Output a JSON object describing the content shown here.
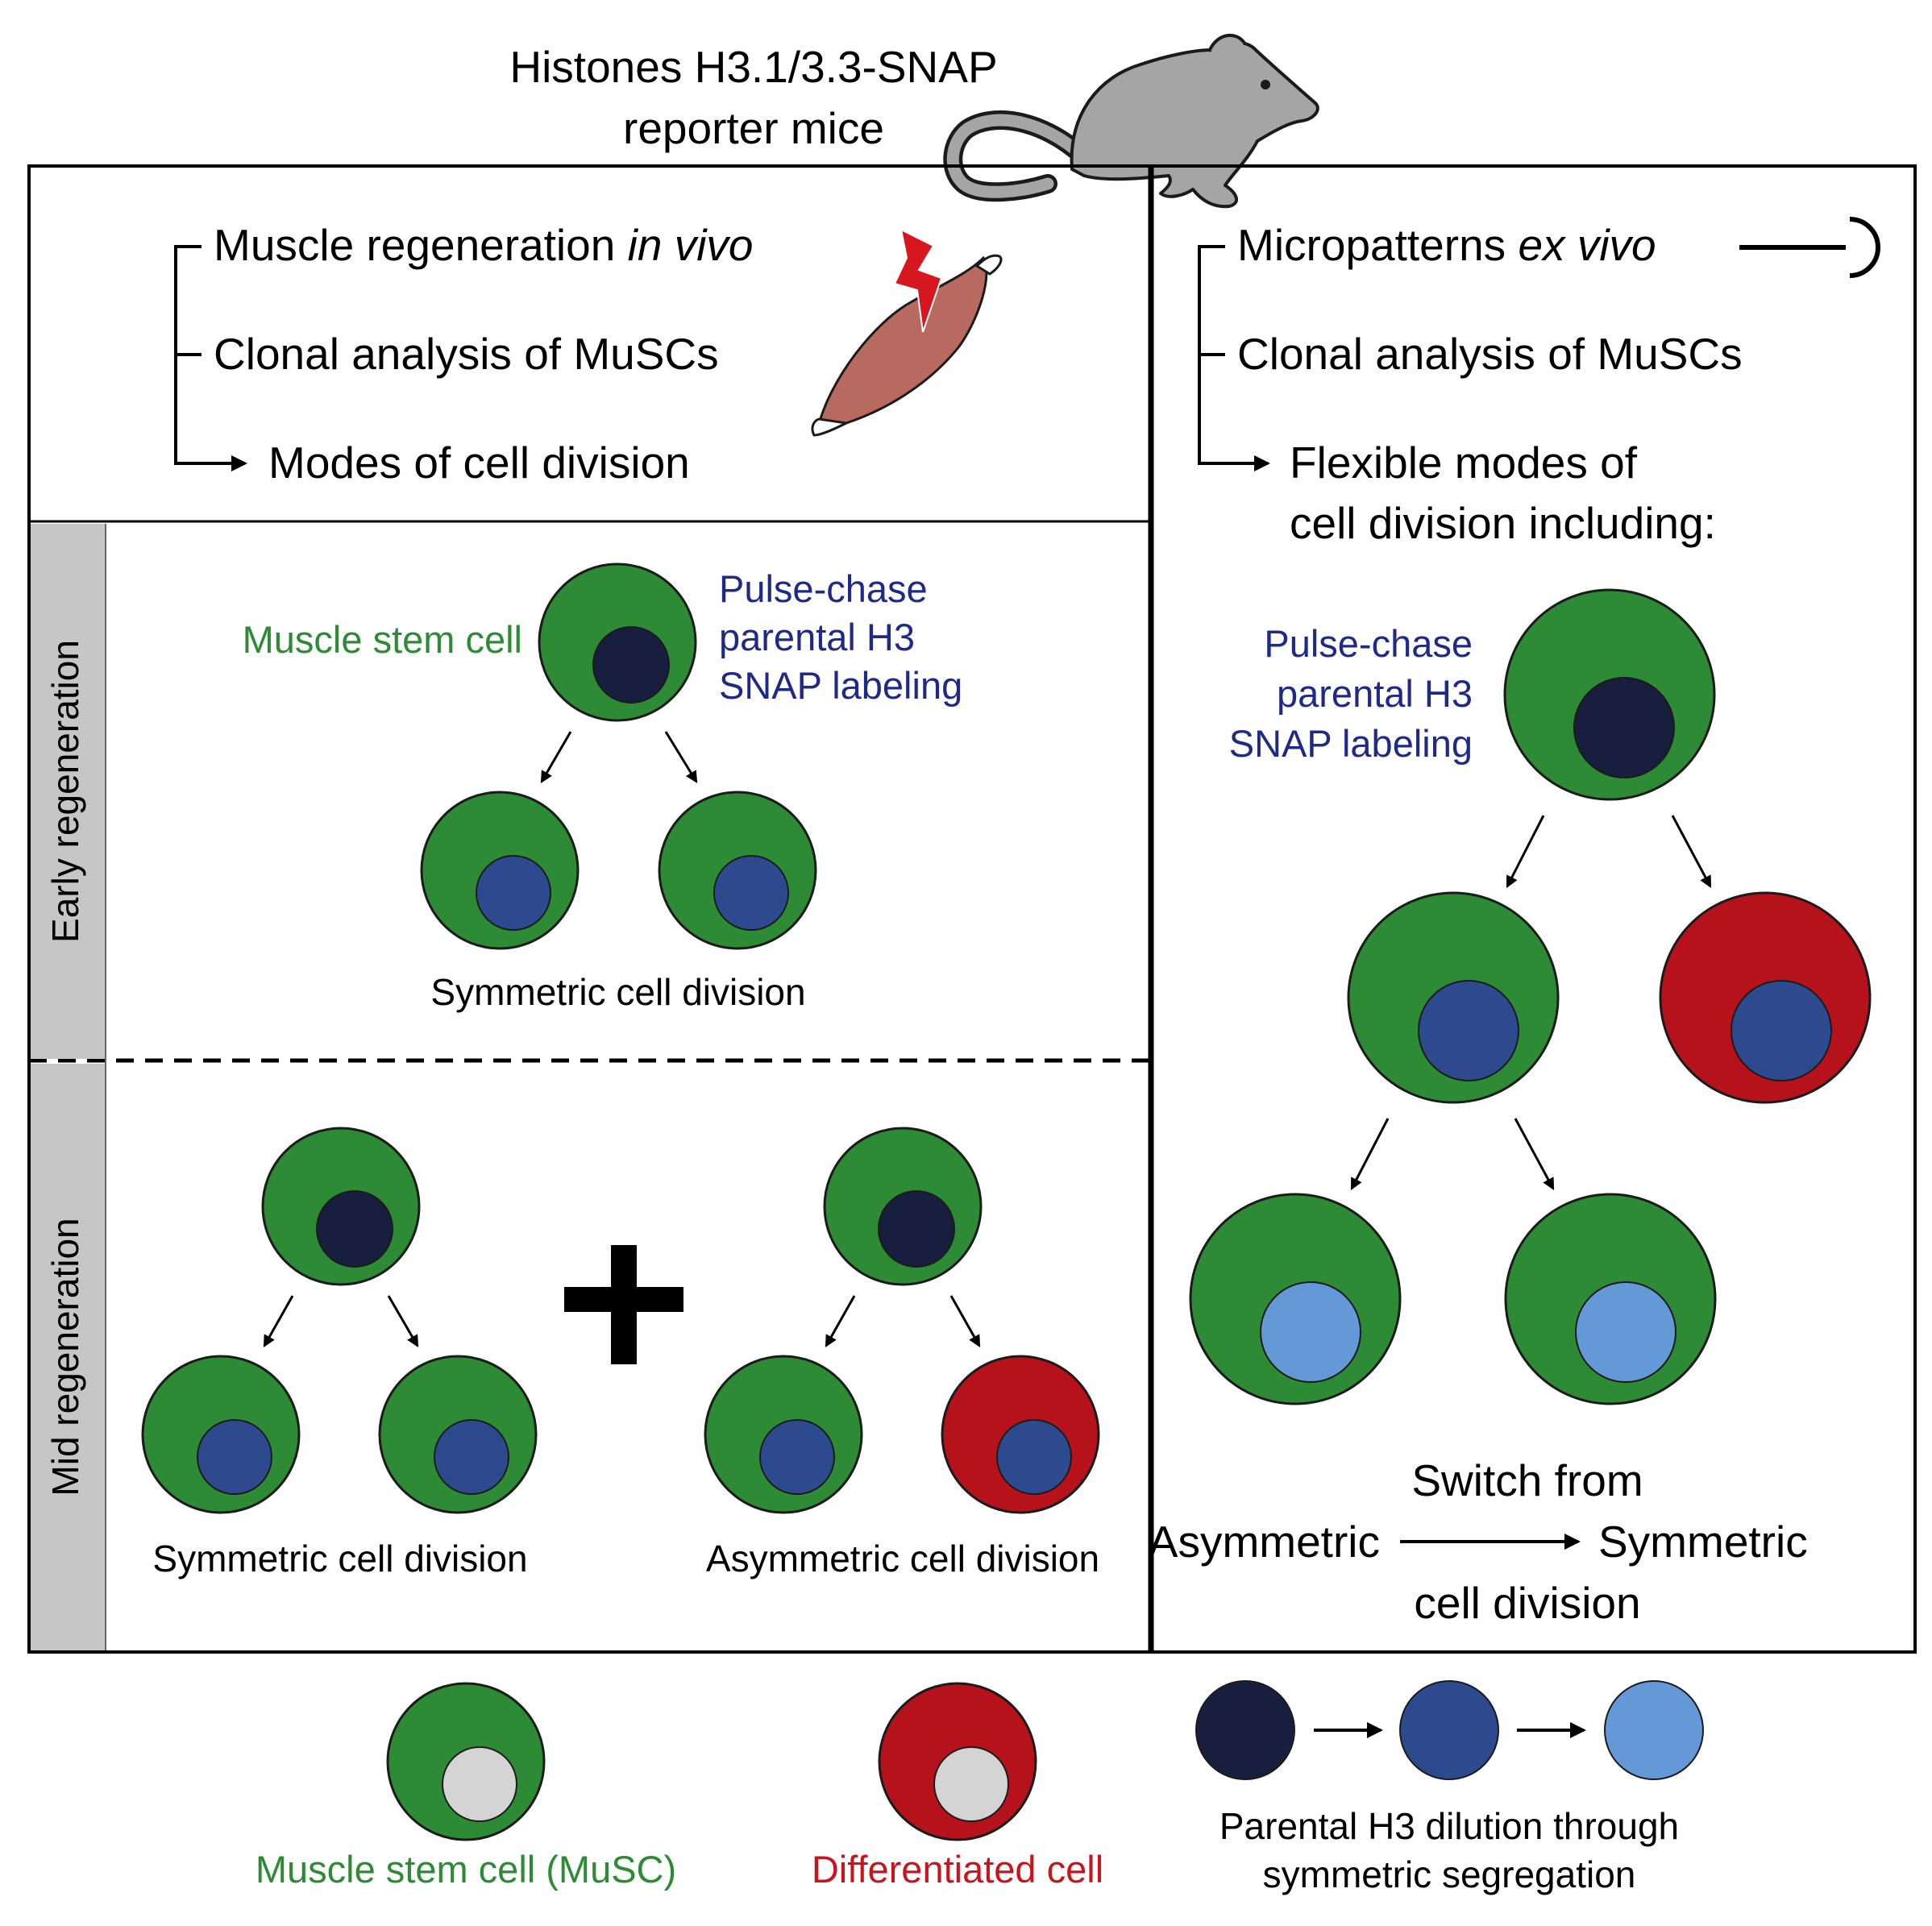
{
  "title": {
    "line1": "Histones H3.1/3.3-SNAP",
    "line2": "reporter mice"
  },
  "left_header": {
    "item1_prefix": "Muscle regeneration ",
    "item1_italic": "in vivo",
    "item2": "Clonal analysis of MuSCs",
    "item3": "Modes of cell division"
  },
  "right_header": {
    "item1_prefix": "Micropatterns ",
    "item1_italic": "ex vivo",
    "item2": "Clonal analysis of MuSCs",
    "item3_line1": "Flexible modes of",
    "item3_line2": "cell division including:"
  },
  "early": {
    "side_label": "Early regeneration",
    "stem_label": "Muscle stem cell",
    "pulse_line1": "Pulse-chase",
    "pulse_line2": "parental H3",
    "pulse_line3": "SNAP labeling",
    "caption": "Symmetric cell division"
  },
  "mid": {
    "side_label": "Mid regeneration",
    "caption_sym": "Symmetric cell division",
    "caption_asym": "Asymmetric cell division"
  },
  "right_panel": {
    "pulse_line1": "Pulse-chase",
    "pulse_line2": "parental H3",
    "pulse_line3": "SNAP labeling",
    "switch_line1": "Switch from",
    "switch_left": "Asymmetric",
    "switch_right": "Symmetric",
    "switch_line3": "cell division"
  },
  "legend": {
    "musc": "Muscle stem cell (MuSC)",
    "diff": "Differentiated cell",
    "dilution_line1": "Parental H3 dilution through",
    "dilution_line2": "symmetric segregation"
  },
  "colors": {
    "stem_green": "#2e8b35",
    "diff_red": "#b5121b",
    "nucleus_dark": "#181e3e",
    "nucleus_mid": "#2e4a8f",
    "nucleus_light": "#6499d8",
    "nucleus_grey": "#d4d4d4",
    "label_green": "#2e8b35",
    "label_blue": "#1f2a86",
    "label_red": "#c8141c",
    "muscle": "#b86a60",
    "lightning": "#d6171f",
    "sidebar_grey": "#c6c6c6",
    "mouse_grey": "#a5a5a5"
  }
}
